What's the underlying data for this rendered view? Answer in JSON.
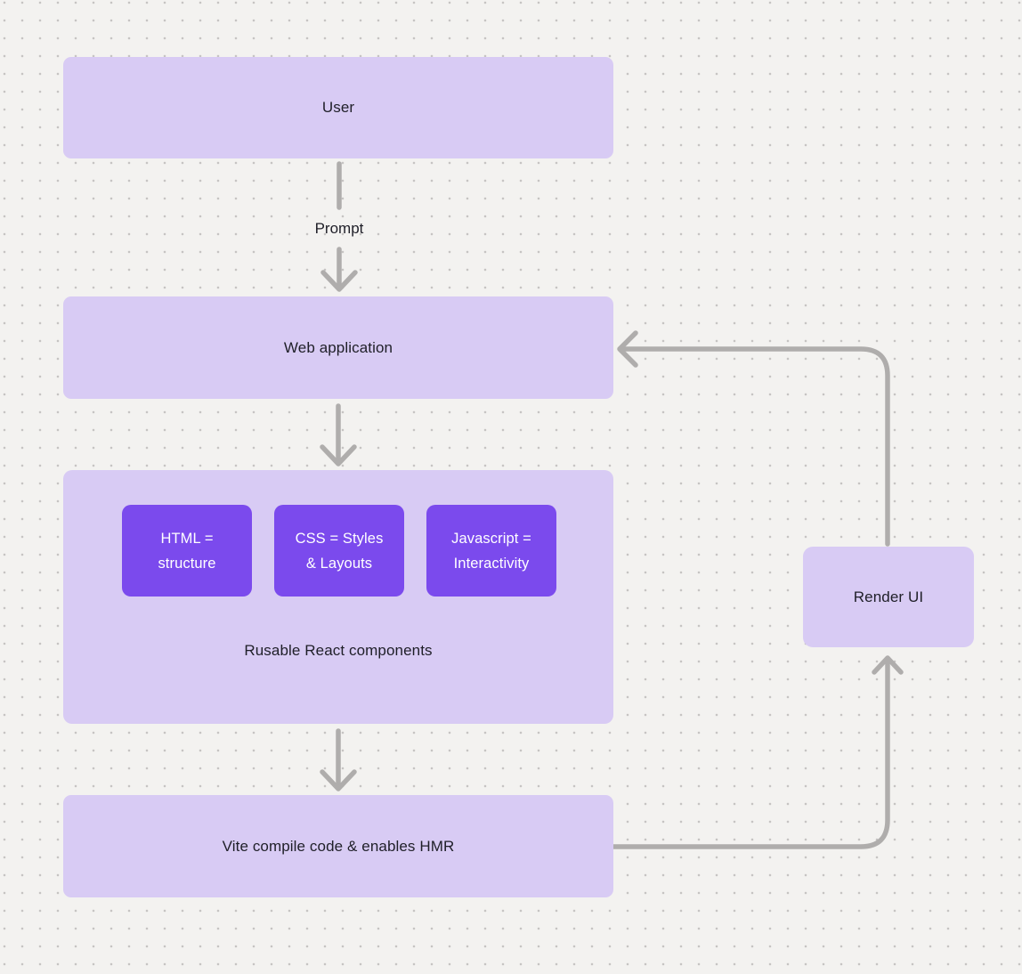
{
  "diagram": {
    "user": {
      "label": "User"
    },
    "prompt_edge": {
      "label": "Prompt"
    },
    "web_app": {
      "label": "Web application"
    },
    "group": {
      "label": "Rusable React components",
      "boxes": [
        {
          "name": "html",
          "lines": [
            "HTML =",
            "structure"
          ]
        },
        {
          "name": "css",
          "lines": [
            "CSS = Styles",
            "& Layouts"
          ]
        },
        {
          "name": "javascript",
          "lines": [
            "Javascript =",
            "Interactivity"
          ]
        }
      ]
    },
    "vite": {
      "label": "Vite compile code & enables HMR"
    },
    "render_ui": {
      "label": "Render UI"
    }
  },
  "colors": {
    "background": "#f3f2f0",
    "dot_grid": "#c6c4c3",
    "node_fill": "#d8cbf4",
    "accent_fill": "#7b4aed",
    "accent_text": "#ffffff",
    "text": "#1f1f28",
    "arrow": "#afadac"
  }
}
